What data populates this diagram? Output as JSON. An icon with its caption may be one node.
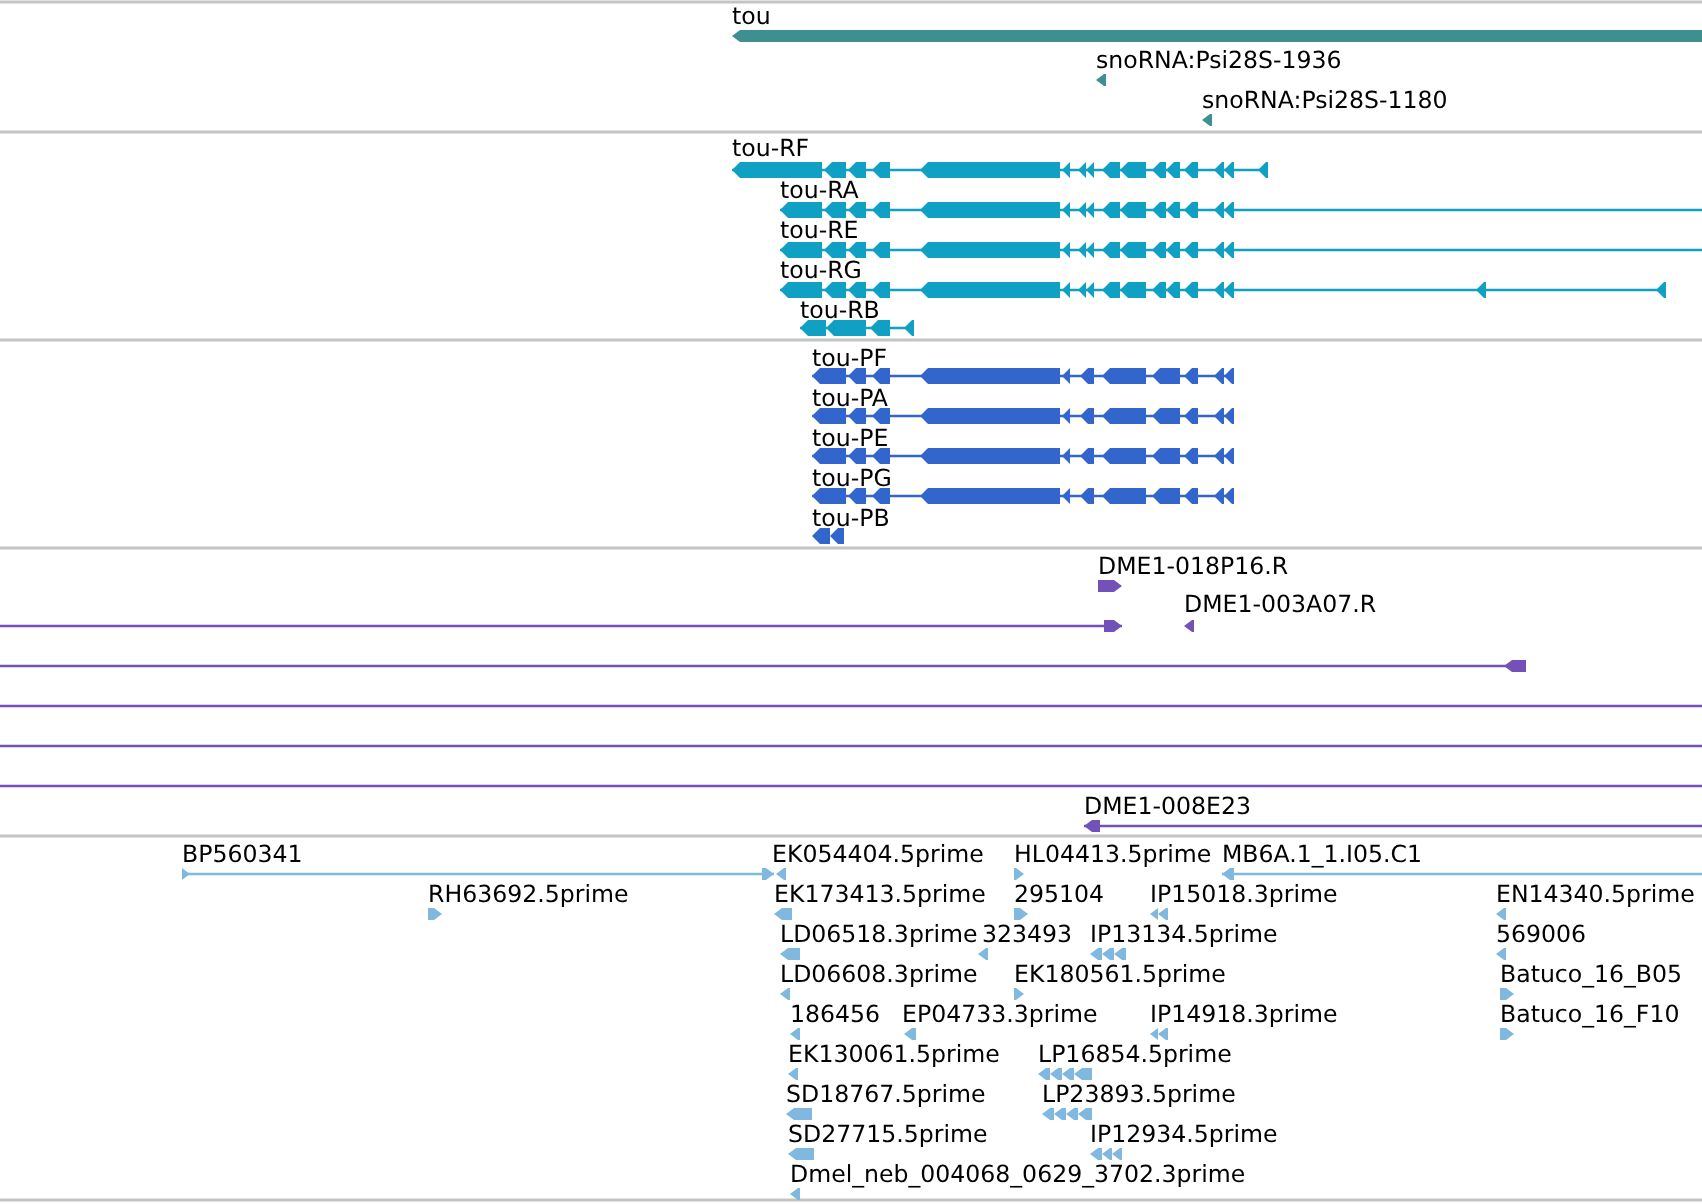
{
  "diagram": {
    "nodes": [
      {
        "text": [
          "tou"
        ]
      },
      {
        "text": [
          "snoRNA:Psi28S-1936"
        ]
      },
      {
        "text": [
          "snoRNA:Psi28S-1180"
        ]
      },
      {
        "text": [
          "tou-RF"
        ]
      },
      {
        "text": [
          "tou-RA"
        ]
      },
      {
        "text": [
          "tou-RE"
        ]
      },
      {
        "text": [
          "tou-RG"
        ]
      },
      {
        "text": [
          "tou-RB"
        ]
      },
      {
        "text": [
          "tou-PF"
        ]
      },
      {
        "text": [
          "tou-PA"
        ]
      },
      {
        "text": [
          "tou-PE"
        ]
      },
      {
        "text": [
          "tou-PG"
        ]
      },
      {
        "text": [
          "tou-PB"
        ]
      },
      {
        "text": [
          "DME1-018P16.R"
        ]
      },
      {
        "text": [
          "DME1-003A07.R"
        ]
      },
      {
        "text": [],
        "shape": "bar"
      },
      {
        "text": [],
        "shape": "bar"
      },
      {
        "text": [],
        "shape": "bar"
      },
      {
        "text": [],
        "shape": "bar"
      },
      {
        "text": [],
        "shape": "bar"
      },
      {
        "text": [
          "DME1-008E23"
        ]
      },
      {
        "text": [
          "BP560341"
        ]
      },
      {
        "text": [
          "EK054404.5prime"
        ]
      },
      {
        "text": [
          "HL04413.5prime"
        ]
      },
      {
        "text": [
          "MB6A.1_1.I05.C1"
        ]
      },
      {
        "text": [
          "RH63692.5prime"
        ]
      },
      {
        "text": [
          "EK173413.5prime"
        ]
      },
      {
        "text": [
          "295104"
        ]
      },
      {
        "text": [
          "IP15018.3prime"
        ]
      },
      {
        "text": [
          "EN14340.5prime"
        ]
      },
      {
        "text": [
          "LD06518.3prime"
        ]
      },
      {
        "text": [
          "323493"
        ]
      },
      {
        "text": [
          "IP13134.5prime"
        ]
      },
      {
        "text": [
          "569006"
        ]
      },
      {
        "text": [
          "LD06608.3prime"
        ]
      },
      {
        "text": [
          "EK180561.5prime"
        ]
      },
      {
        "text": [
          "Batuco_16_B05"
        ]
      },
      {
        "text": [
          "186456"
        ]
      },
      {
        "text": [
          "EP04733.3prime"
        ]
      },
      {
        "text": [
          "IP14918.3prime"
        ]
      },
      {
        "text": [
          "Batuco_16_F10"
        ]
      },
      {
        "text": [
          "EK130061.5prime"
        ]
      },
      {
        "text": [
          "LP16854.5prime"
        ]
      },
      {
        "text": [
          "SD18767.5prime"
        ]
      },
      {
        "text": [
          "LP23893.5prime"
        ]
      },
      {
        "text": [
          "SD27715.5prime"
        ]
      },
      {
        "text": [
          "IP12934.5prime"
        ]
      },
      {
        "text": [
          "Dmel_neb_004068_0629_3702.3prime"
        ]
      }
    ]
  }
}
